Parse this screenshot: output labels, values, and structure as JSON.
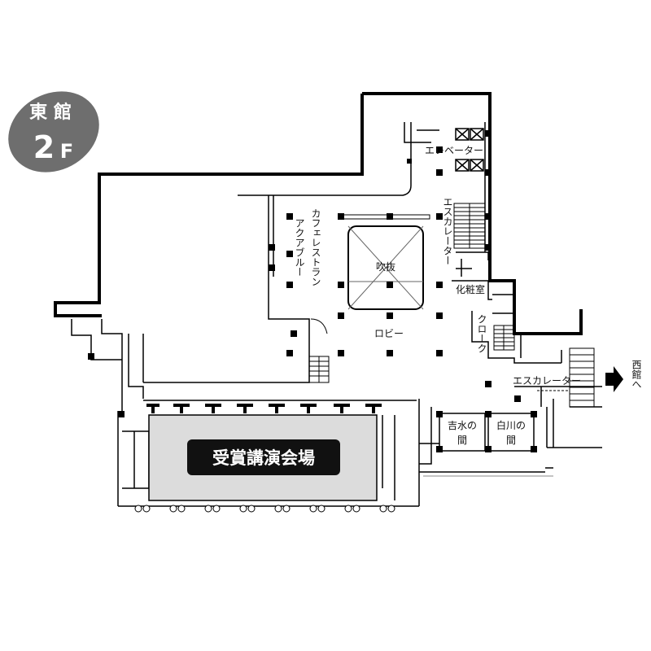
{
  "badge": {
    "building": "東 館",
    "floor_num": "2",
    "floor_unit": "F"
  },
  "rooms": {
    "award_hall": "受賞講演会場",
    "atrium": "吹抜",
    "lobby": "ロビー",
    "cafe_line1": "カフェレストラン",
    "cafe_line2": "アクアブルー",
    "elevator": "エレベーター",
    "escalator_vertical": "エスカレーター",
    "escalator_horizontal": "エスカレーター",
    "restroom": "化粧室",
    "cloak": "クローク",
    "yoshimizu_line1": "吉水の",
    "yoshimizu_line2": "間",
    "shirakawa_line1": "白川の",
    "shirakawa_line2": "間"
  },
  "direction": {
    "label": "西館へ"
  },
  "colors": {
    "badge": "#6e6e6e",
    "hall_floor": "#dcdcdc",
    "hall_label_bg": "#111111",
    "walls": "#000000"
  }
}
